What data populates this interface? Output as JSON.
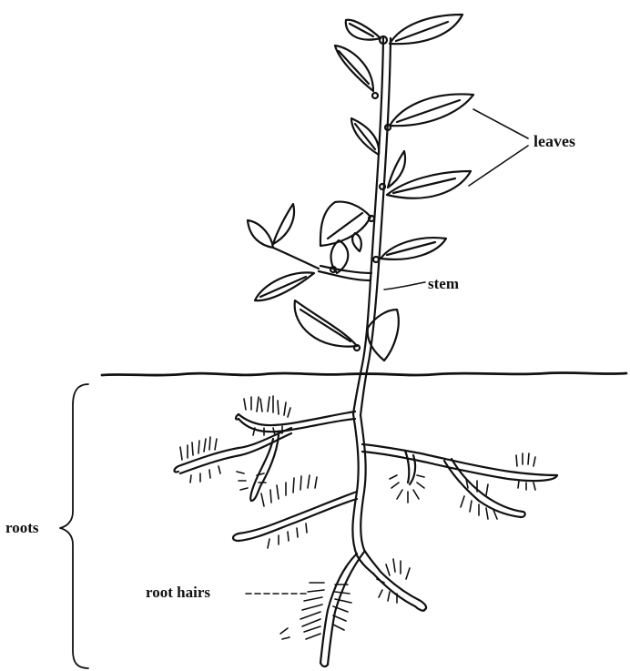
{
  "labels": {
    "leaves": "leaves",
    "stem": "stem",
    "roots": "roots",
    "root_hairs": "root hairs"
  },
  "colors": {
    "ink": "#111111",
    "background": "#ffffff"
  }
}
